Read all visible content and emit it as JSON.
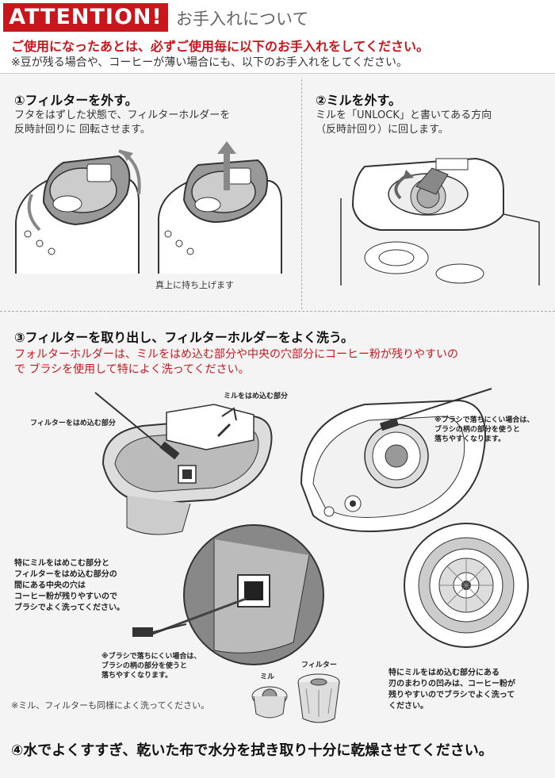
{
  "header": {
    "badge": "ATTENTION!",
    "subtitle": "お手入れについて",
    "warning": "ご使用になったあとは、必ずご使用毎に以下のお手入れをしてください。",
    "note": "※豆が残る場合や、コーヒーが薄い場合にも、以下のお手入れをしてください。"
  },
  "step1": {
    "title": "①フィルターを外す。",
    "body_line1": "フタをはずした状態で、フィルターホルダーを",
    "body_line2": "反時計回りに 回転させます。",
    "caption": "真上に持ち上げます"
  },
  "step2": {
    "title": "②ミルを外す。",
    "body_line1": "ミルを「UNLOCK」と書いてある方向",
    "body_line2": "（反時計回り）に回します。"
  },
  "step3": {
    "title": "③フィルターを取り出し、フィルターホルダーをよく洗う。",
    "red_line1": "フォルターホルダーは、ミルをはめ込む部分や中央の穴部分にコーヒー粉が残りやすいの",
    "red_line2": "で ブラシを使用して特によく洗ってください。",
    "label_mill_fit": "ミルをはめ込む部分",
    "label_filter_fit": "フィルターをはめ込む部分",
    "label_brush_right_1": "※ブラシで落ちにくい場合は、",
    "label_brush_right_2": "ブラシの柄の部分を使うと",
    "label_brush_right_3": "落ちやすくなります。",
    "label_center_1": "特にミルをはめこむ部分と",
    "label_center_2": "フィルターをはめ込む部分の",
    "label_center_3": "間にある中央の穴は",
    "label_center_4": "コーヒー粉が残りやすいので",
    "label_center_5": "ブラシでよく洗ってください。",
    "label_brush_left_1": "※ブラシで落ちにくい場合は、",
    "label_brush_left_2": "ブラシの柄の部分を使うと",
    "label_brush_left_3": "落ちやすくなります。",
    "label_mill": "ミル",
    "label_filter": "フィルター",
    "label_same_wash": "※ミル、フィルターも同様によく洗ってください。",
    "label_blade_1": "特にミルをはめ込む部分にある",
    "label_blade_2": "刃のまわりの凹みは、コーヒー粉が",
    "label_blade_3": "残りやすいのでブラシでよく洗って",
    "label_blade_4": "ください。"
  },
  "step4": {
    "title": "④水でよくすすぎ、乾いた布で水分を拭き取り十分に乾燥させてください。"
  }
}
